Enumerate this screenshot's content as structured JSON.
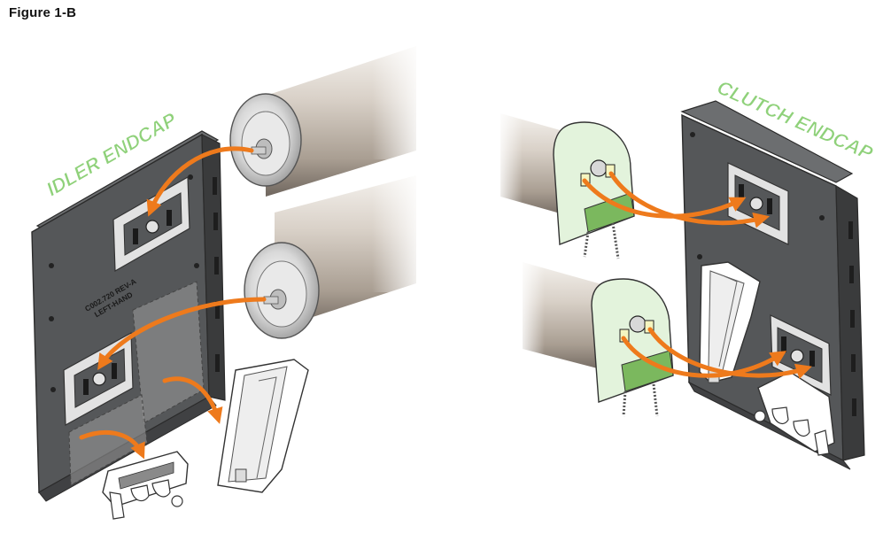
{
  "figure": {
    "title": "Figure 1-B"
  },
  "left_assembly": {
    "callout": "IDLER ENDCAP",
    "plate_label": {
      "line1": "C002.720  REV-A",
      "line2": "LEFT-HAND"
    }
  },
  "right_assembly": {
    "callout": "CLUTCH ENDCAP"
  },
  "colors": {
    "arrow": "#ee7a1c",
    "callout_text": "#8fd17a",
    "bracket": "#555759",
    "bracket_dark": "#3a3b3c",
    "tube": "#cfc6bc",
    "clutch_head": "#e3f3dc"
  }
}
